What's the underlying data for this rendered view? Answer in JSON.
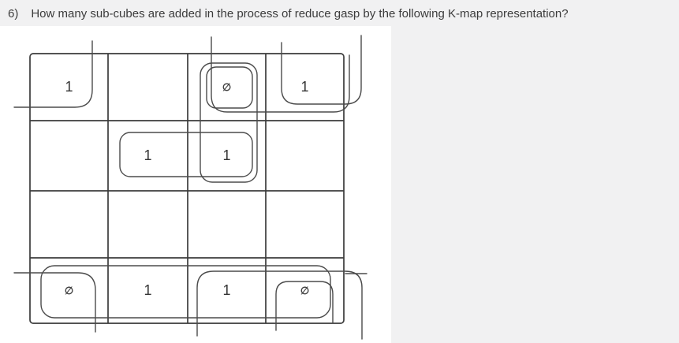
{
  "page": {
    "background": "#f1f1f2",
    "panel_background": "#ffffff"
  },
  "question": {
    "number": "6)",
    "text": "How many sub-cubes are added in the process of reduce gasp by the following K-map representation?"
  },
  "kmap": {
    "rows": [
      {
        "cells": [
          "1",
          "",
          "∅",
          "1"
        ]
      },
      {
        "cells": [
          "",
          "1",
          "1",
          ""
        ]
      },
      {
        "cells": [
          "",
          "",
          "",
          ""
        ]
      },
      {
        "cells": [
          "∅",
          "1",
          "1",
          "∅"
        ]
      }
    ],
    "groups": [
      {
        "id": "top-left-corner-wrap",
        "cells": "r1c1"
      },
      {
        "id": "top-right-corner-wrap",
        "cells": "r1c4"
      },
      {
        "id": "top-row-cols3-4-wrap",
        "cells": "r1c3, r1c4"
      },
      {
        "id": "col3-vertical-pair",
        "cells": "r1c3, r2c3"
      },
      {
        "id": "col3-single-dontcare-box",
        "cells": "r1c3"
      },
      {
        "id": "row2-horizontal-pair",
        "cells": "r2c2, r2c3"
      },
      {
        "id": "bottom-row-quad",
        "cells": "r4c1, r4c2, r4c3, r4c4"
      },
      {
        "id": "bottom-left-corner-wrap",
        "cells": "r4c1"
      },
      {
        "id": "bottom-row-cols3-4-wrap",
        "cells": "r4c3, r4c4"
      },
      {
        "id": "bottom-right-corner-wrap",
        "cells": "r4c4"
      }
    ],
    "colors": {
      "grid_line": "#3b3b3b",
      "group_line": "#4b4b4b",
      "cell_text": "#353535"
    }
  }
}
